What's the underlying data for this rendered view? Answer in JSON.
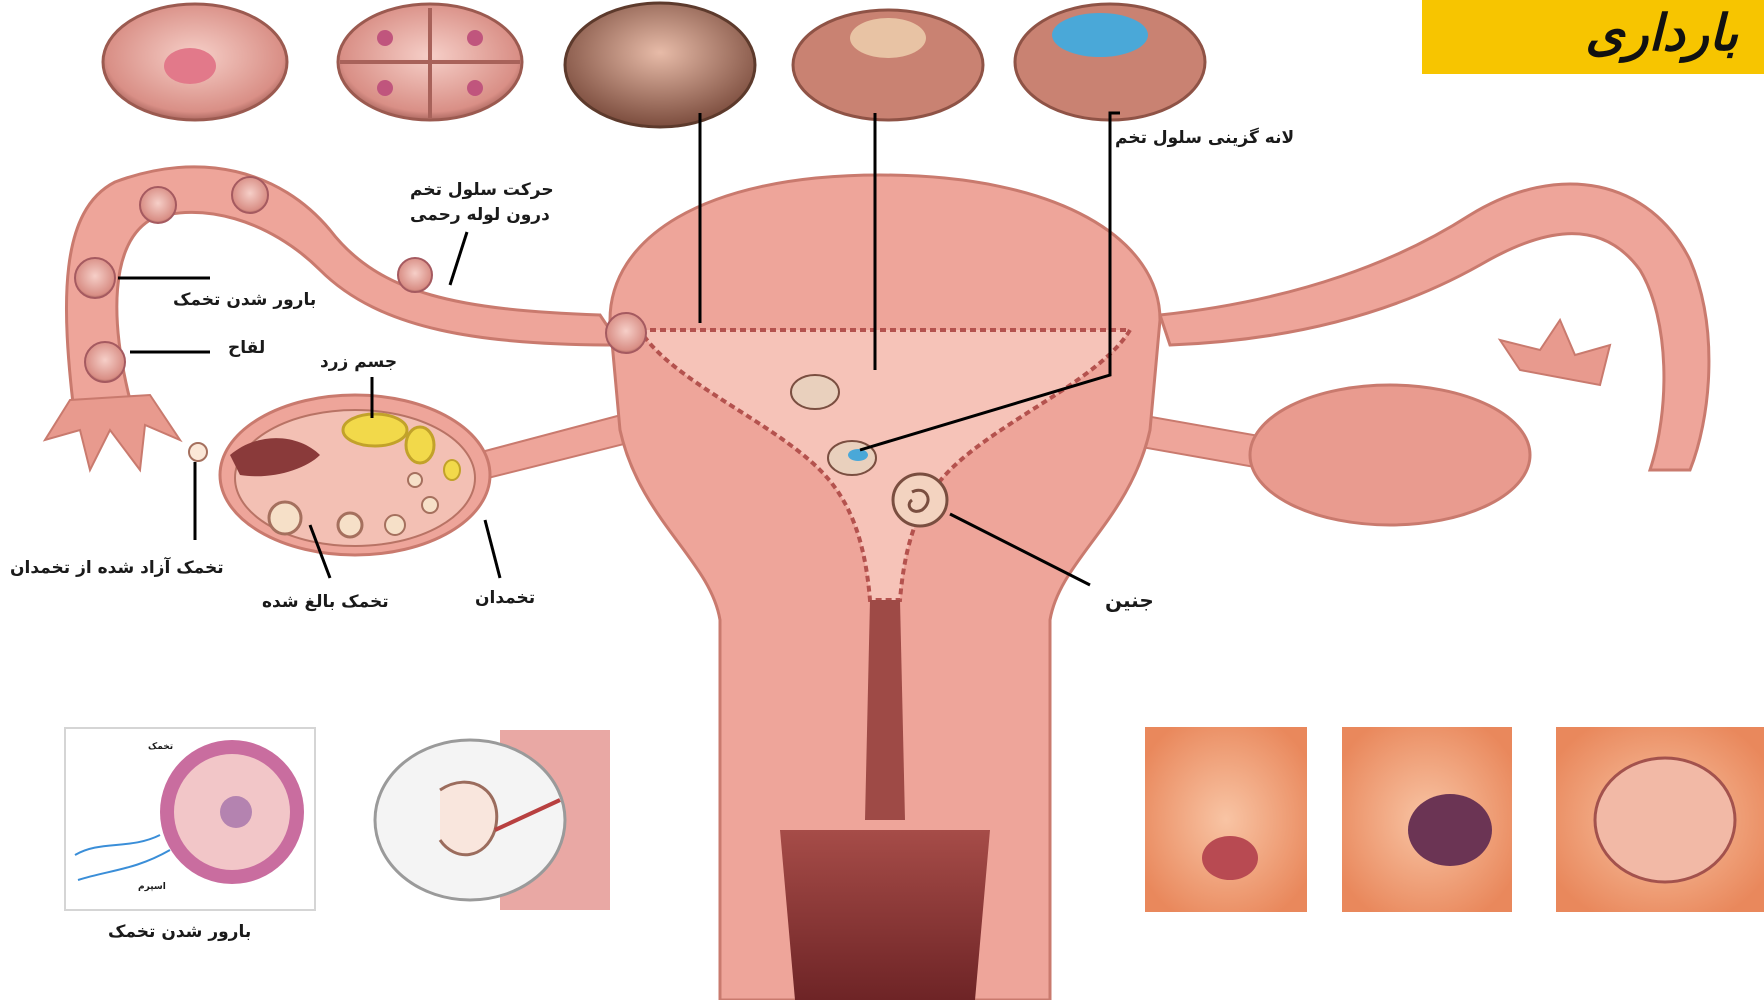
{
  "header": {
    "title": "بارداری"
  },
  "labels": {
    "implantation": "لانه گزینی سلول تخم",
    "zygote_movement_line1": "حرکت سلول تخم",
    "zygote_movement_line2": "درون لوله رحمی",
    "fertilization": "بارور شدن تخمک",
    "fertilization_process": "لقاح",
    "corpus_luteum": "جسم زرد",
    "released_ovum": "تخمک آزاد شده از تخمدان",
    "mature_ovum": "تخمک بالغ شده",
    "ovary": "تخمدان",
    "embryo": "جنین",
    "inset_caption": "بارور شدن تخمک",
    "inset_ovum": "تخمک",
    "inset_sperm": "اسپرم"
  },
  "colors": {
    "tissue": "#eea59a",
    "tissue_light": "#f6c3b8",
    "tissue_dark": "#c97a6e",
    "cavity": "#9e4a46",
    "title_bg": "#f7c500",
    "skin": "#f2a077",
    "corpus_luteum": "#f2d94a",
    "blastocyst": "#4aa8d8"
  }
}
